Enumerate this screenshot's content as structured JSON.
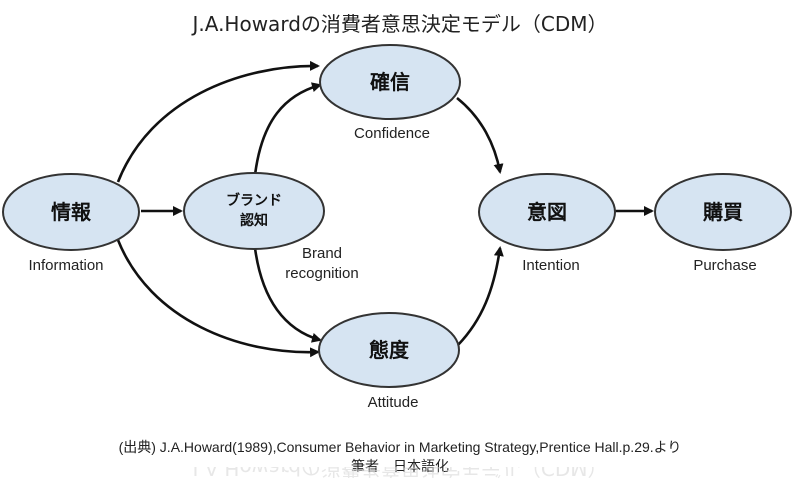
{
  "title": "J.A.Howardの消費者意思決定モデル（CDM）",
  "nodes": {
    "information": {
      "label": "情報",
      "caption": "Information"
    },
    "brand": {
      "label_line1": "ブランド",
      "label_line2": "認知",
      "caption_line1": "Brand",
      "caption_line2": "recognition"
    },
    "confidence": {
      "label": "確信",
      "caption": "Confidence"
    },
    "attitude": {
      "label": "態度",
      "caption": "Attitude"
    },
    "intention": {
      "label": "意図",
      "caption": "Intention"
    },
    "purchase": {
      "label": "購買",
      "caption": "Purchase"
    }
  },
  "source": {
    "line1": "(出典) J.A.Howard(1989),Consumer Behavior in Marketing Strategy,Prentice Hall.p.29.より",
    "line2": "筆者　日本語化"
  },
  "colors": {
    "node_fill": "#d6e4f2",
    "node_stroke": "#333333",
    "edge": "#111111"
  }
}
